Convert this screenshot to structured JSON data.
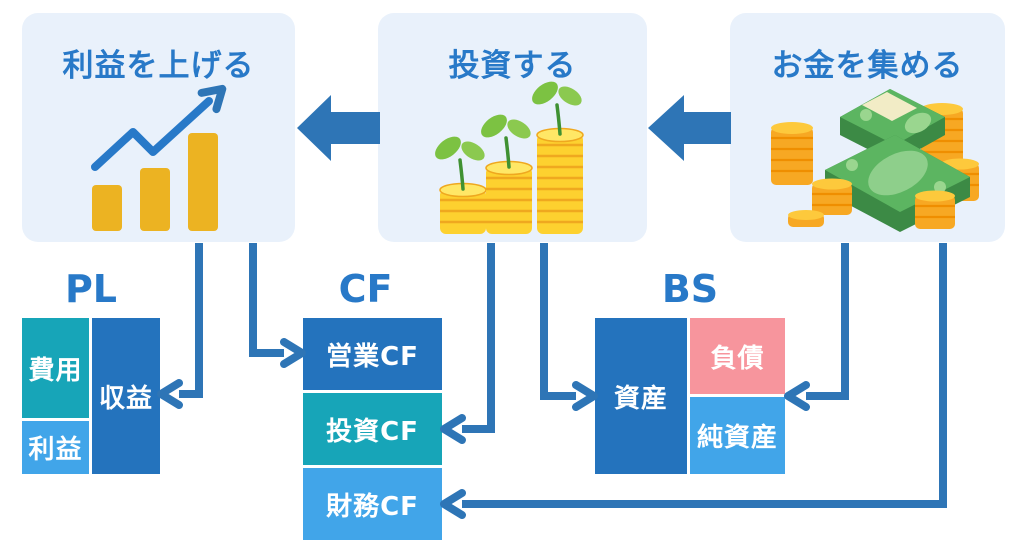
{
  "flow_boxes": [
    {
      "title": "利益を上げる",
      "icon": "bar-chart-growth-icon"
    },
    {
      "title": "投資する",
      "icon": "coin-sprout-icon"
    },
    {
      "title": "お金を集める",
      "icon": "money-and-coins-icon"
    }
  ],
  "statements": {
    "pl": {
      "label": "PL",
      "cells": {
        "expenses": "費用",
        "profit": "利益",
        "revenue": "収益"
      }
    },
    "cf": {
      "label": "CF",
      "cells": {
        "operating": "営業CF",
        "investing": "投資CF",
        "financing": "財務CF"
      }
    },
    "bs": {
      "label": "BS",
      "cells": {
        "assets": "資産",
        "liabilities": "負債",
        "net_assets": "純資産"
      }
    }
  },
  "flow_arrows": [
    {
      "name": "collect-to-invest",
      "direction": "left"
    },
    {
      "name": "invest-to-profit",
      "direction": "left"
    }
  ],
  "connectors": [
    {
      "from": "利益を上げる",
      "to": "収益"
    },
    {
      "from": "利益を上げる",
      "to": "営業CF"
    },
    {
      "from": "投資する",
      "to": "投資CF"
    },
    {
      "from": "投資する",
      "to": "資産"
    },
    {
      "from": "お金を集める",
      "to": "負債・純資産"
    },
    {
      "from": "お金を集める",
      "to": "財務CF"
    }
  ],
  "colors": {
    "box_background": "#e9f1fb",
    "title_text": "#2879c8",
    "arrow_blue": "#2e75b6",
    "cell_dark_blue": "#2473bd",
    "cell_teal": "#17a5b8",
    "cell_sky_blue": "#41a5e9",
    "cell_pink": "#f7959d",
    "cell_text": "#ffffff",
    "bar_yellow": "#ecb322",
    "coin_yellow": "#fdd12f",
    "coin_orange": "#f7a823",
    "leaf_green": "#7cc242",
    "bill_green": "#5cb561"
  }
}
